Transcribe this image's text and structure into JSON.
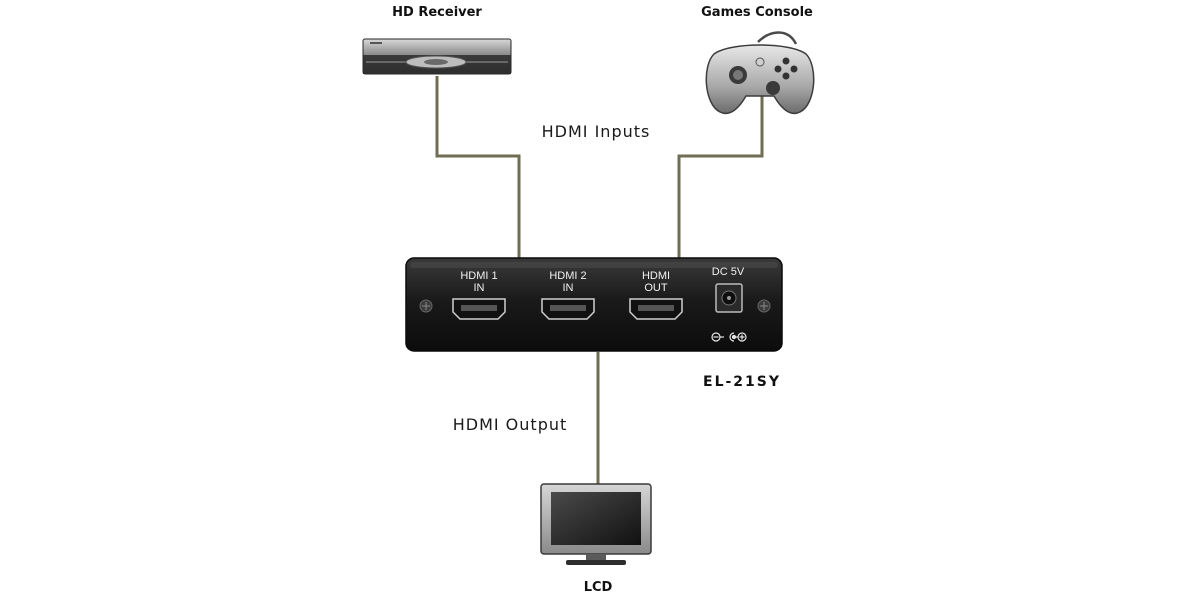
{
  "devices": {
    "hd_receiver": "HD Receiver",
    "games_console": "Games Console",
    "lcd": "LCD"
  },
  "labels": {
    "inputs": "HDMI Inputs",
    "output": "HDMI Output",
    "model": "EL-21SY"
  },
  "panel": {
    "port1_line1": "HDMI 1",
    "port1_line2": "IN",
    "port2_line1": "HDMI 2",
    "port2_line2": "IN",
    "port3_line1": "HDMI",
    "port3_line2": "OUT",
    "power_label": "DC 5V"
  },
  "colors": {
    "cable": "#6f6e52",
    "panel": "#1b1b1b"
  }
}
